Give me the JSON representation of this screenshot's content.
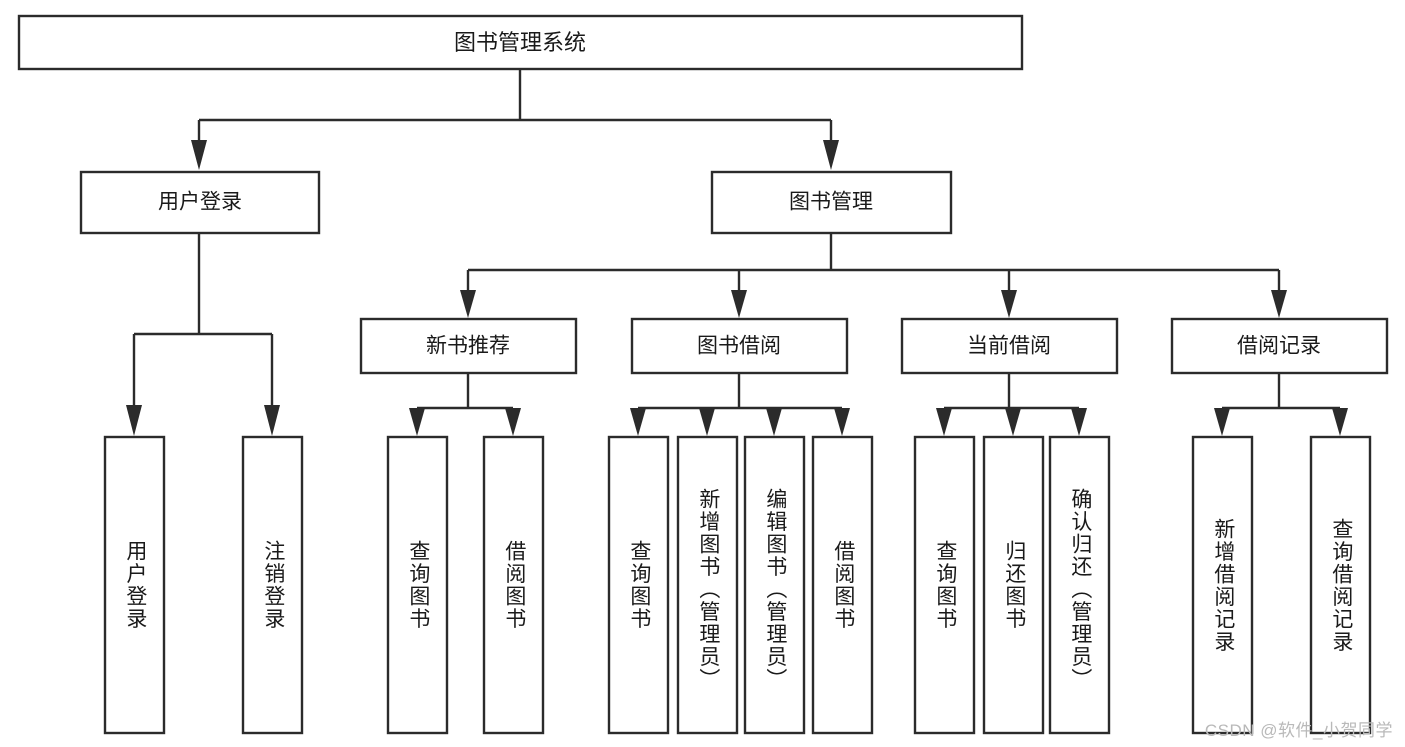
{
  "diagram": {
    "title": "图书管理系统",
    "type": "tree-hierarchy",
    "root": {
      "label": "图书管理系统"
    },
    "level2": [
      {
        "label": "用户登录"
      },
      {
        "label": "图书管理"
      }
    ],
    "level3": [
      {
        "label": "新书推荐"
      },
      {
        "label": "图书借阅"
      },
      {
        "label": "当前借阅"
      },
      {
        "label": "借阅记录"
      }
    ],
    "leaves": {
      "user_login": [
        {
          "label": "用户登录"
        },
        {
          "label": "注销登录"
        }
      ],
      "new_book_recommend": [
        {
          "label": "查询图书"
        },
        {
          "label": "借阅图书"
        }
      ],
      "book_borrow": [
        {
          "label": "查询图书"
        },
        {
          "label": "新增图书（管理员）"
        },
        {
          "label": "编辑图书（管理员）"
        },
        {
          "label": "借阅图书"
        }
      ],
      "current_borrow": [
        {
          "label": "查询图书"
        },
        {
          "label": "归还图书"
        },
        {
          "label": "确认归还（管理员）"
        }
      ],
      "borrow_record": [
        {
          "label": "新增借阅记录"
        },
        {
          "label": "查询借阅记录"
        }
      ]
    }
  },
  "watermark": {
    "text": "CSDN @软件_小贺同学"
  },
  "colors": {
    "background": "#ffffff",
    "stroke": "#2b2b2b",
    "text": "#1a1a1a",
    "watermark": "#b9b9b9"
  }
}
